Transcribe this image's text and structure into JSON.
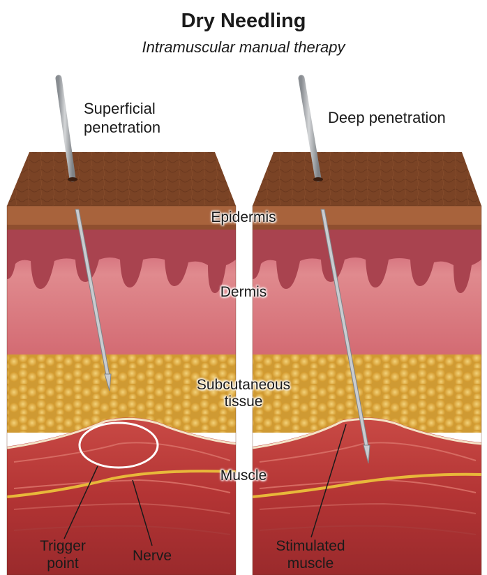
{
  "title": "Dry Needling",
  "subtitle": "Intramuscular manual therapy",
  "left_panel": {
    "heading_line1": "Superficial",
    "heading_line2": "penetration"
  },
  "right_panel": {
    "heading": "Deep penetration"
  },
  "layers": {
    "epidermis": "Epidermis",
    "dermis": "Dermis",
    "subcutaneous_line1": "Subcutaneous",
    "subcutaneous_line2": "tissue",
    "muscle": "Muscle"
  },
  "callouts": {
    "trigger_point_line1": "Trigger",
    "trigger_point_line2": "point",
    "nerve": "Nerve",
    "stimulated_line1": "Stimulated",
    "stimulated_line2": "muscle"
  },
  "colors": {
    "skin_top": "#7a4325",
    "epidermis": "#a8633c",
    "dermis": "#d8747a",
    "fat": "#e0b24a",
    "muscle": "#b8383a",
    "nerve": "#e8b83a",
    "needle": "#c9ccd0"
  }
}
